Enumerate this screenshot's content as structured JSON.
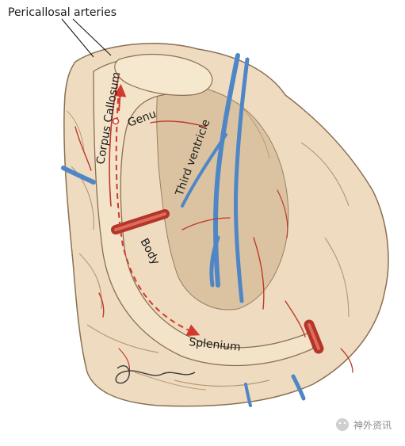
{
  "labels": {
    "pericallosal_arteries": "Pericallosal arteries",
    "corpus_callosum": "Corpus Callosum",
    "genu": "Genu",
    "third_ventricle": "Third ventricle",
    "body": "Body",
    "splenium": "Splenium"
  },
  "watermark": {
    "text": "神外资讯"
  },
  "colors": {
    "brain": "#efdcc0",
    "brain_shadow": "#d8bf9c",
    "outline": "#8a6f52",
    "artery": "#c0392b",
    "vein": "#4f86c6",
    "dashed_path": "#d13a2f"
  }
}
